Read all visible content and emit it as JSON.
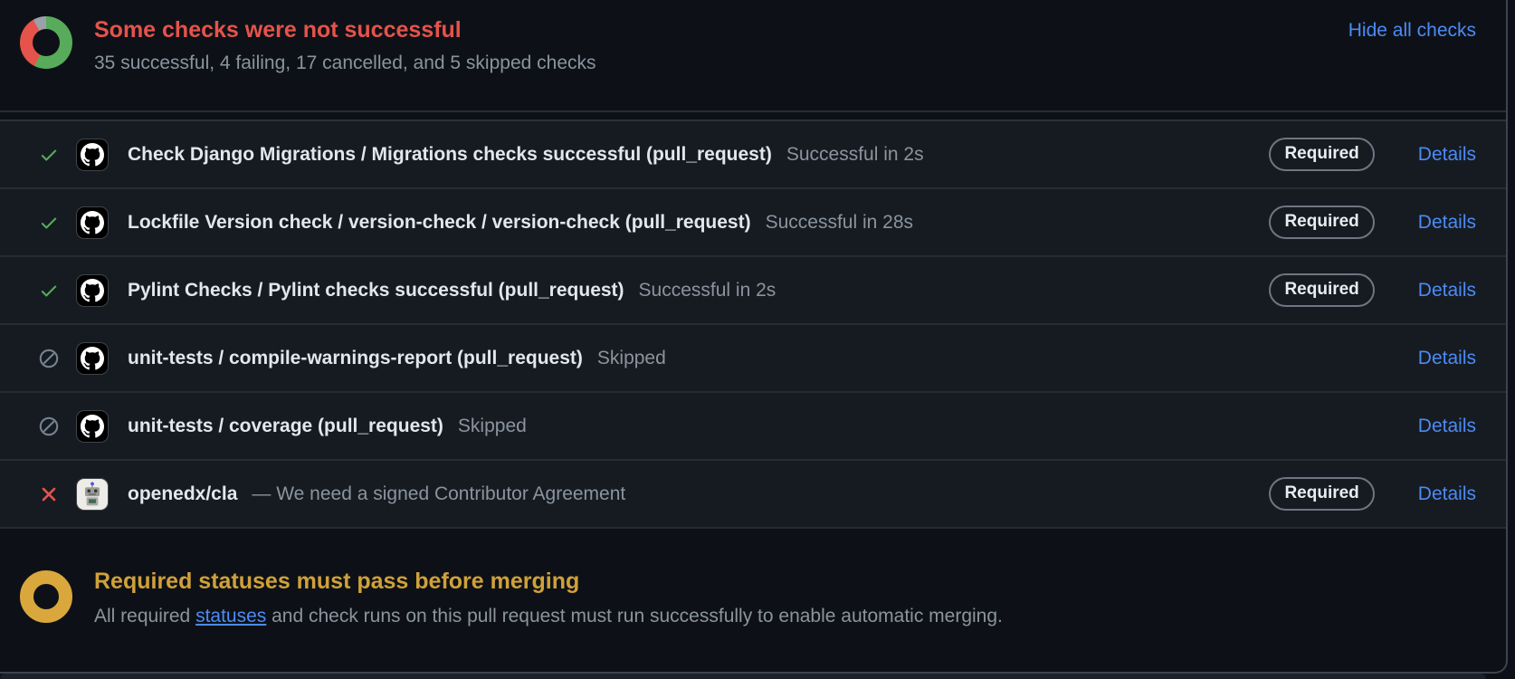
{
  "header": {
    "title": "Some checks were not successful",
    "summary": "35 successful, 4 failing, 17 cancelled, and 5 skipped checks",
    "hide_link": "Hide all checks",
    "donut": {
      "segments": [
        {
          "label": "successful",
          "percent": 57.4,
          "color": "#57ab5a"
        },
        {
          "label": "failing-or-cancelled",
          "percent": 34.4,
          "color": "#e5534b"
        },
        {
          "label": "skipped",
          "percent": 8.2,
          "color": "#9aa1aa"
        }
      ]
    }
  },
  "checks": {
    "rows": [
      {
        "status": "success",
        "name": "Check Django Migrations / Migrations checks successful (pull_request)",
        "status_text": "Successful in 2s",
        "badge": "Required",
        "details": "Details"
      },
      {
        "status": "success",
        "name": "Lockfile Version check / version-check / version-check (pull_request)",
        "status_text": "Successful in 28s",
        "badge": "Required",
        "details": "Details"
      },
      {
        "status": "success",
        "name": "Pylint Checks / Pylint checks successful (pull_request)",
        "status_text": "Successful in 2s",
        "badge": "Required",
        "details": "Details"
      },
      {
        "status": "skipped",
        "name": "unit-tests / compile-warnings-report (pull_request)",
        "status_text": "Skipped",
        "details": "Details"
      },
      {
        "status": "skipped",
        "name": "unit-tests / coverage (pull_request)",
        "status_text": "Skipped",
        "details": "Details"
      },
      {
        "status": "failed",
        "name": "openedx/cla",
        "status_text": "— We need a signed Contributor Agreement",
        "badge": "Required",
        "details": "Details"
      }
    ]
  },
  "footer": {
    "title": "Required statuses must pass before merging",
    "body_before": "All required ",
    "body_link": "statuses",
    "body_after": " and check runs on this pull request must run successfully to enable automatic merging."
  },
  "colors": {
    "page_bg": "#0d1117",
    "row_bg": "#161b22",
    "danger": "#e5534b",
    "success": "#57ab5a",
    "muted": "#8b949e",
    "link": "#4c8bf5",
    "attention": "#d9a73c",
    "attention_text": "#d0a139",
    "border": "#3d444e"
  }
}
